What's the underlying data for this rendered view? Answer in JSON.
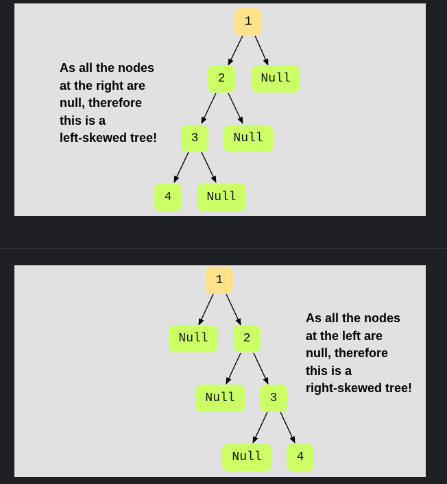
{
  "diagrams": [
    {
      "id": "left-skewed",
      "note_lines": [
        "As all the nodes",
        "at the right are",
        "null, therefore",
        "this is a",
        "left-skewed tree!"
      ],
      "nodes": {
        "n1": "1",
        "n2": "2",
        "null_a": "Null",
        "n3": "3",
        "null_b": "Null",
        "n4": "4",
        "null_c": "Null"
      }
    },
    {
      "id": "right-skewed",
      "note_lines": [
        "As all the nodes",
        "at the left are",
        "null, therefore",
        "this is a",
        "right-skewed tree!"
      ],
      "nodes": {
        "n1": "1",
        "null_a": "Null",
        "n2": "2",
        "null_b": "Null",
        "n3": "3",
        "null_c": "Null",
        "n4": "4"
      }
    }
  ],
  "colors": {
    "background": "#1f2023",
    "panel": "#e1e1e1",
    "root_node": "#ffe38a",
    "node": "#ccff66",
    "edge": "#000000"
  }
}
